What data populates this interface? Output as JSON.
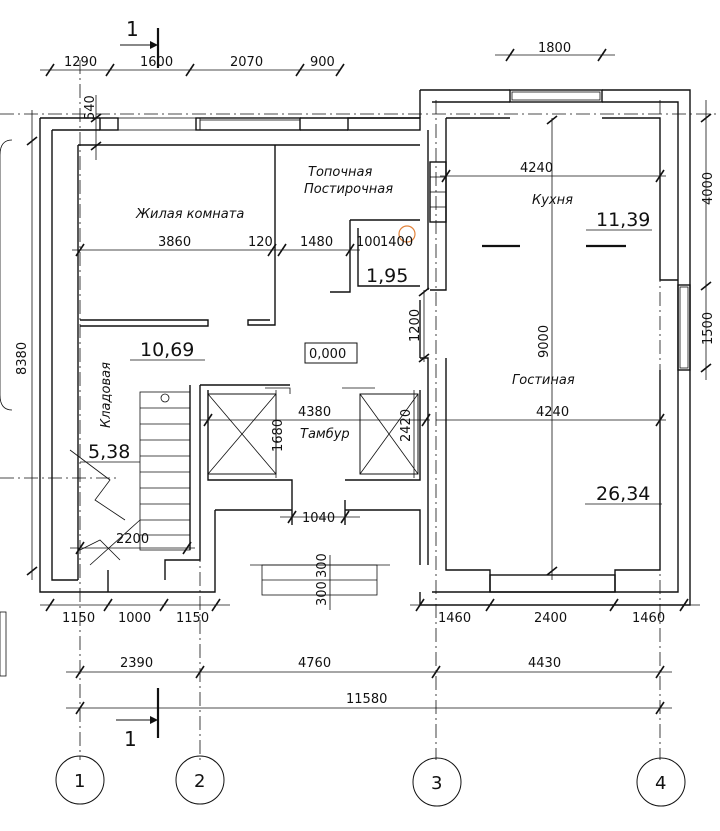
{
  "section_marks": {
    "top": "1",
    "bottom": "1"
  },
  "axes": [
    "1",
    "2",
    "3",
    "4"
  ],
  "dims_top": {
    "d1290": "1290",
    "d1600": "1600",
    "d2070": "2070",
    "d900": "900",
    "d1800": "1800"
  },
  "dims_left": {
    "d540": "540",
    "d8380": "8380"
  },
  "dims_right": {
    "d4000": "4000",
    "d1500": "1500"
  },
  "dims_interior": {
    "d3860": "3860",
    "d120": "120",
    "d1480": "1480",
    "d100": "100",
    "d1400": "1400",
    "d4240a": "4240",
    "d4240b": "4240",
    "d9000": "9000",
    "d1200": "1200",
    "d4380": "4380",
    "d1680": "1680",
    "d2420": "2420",
    "d1040": "1040",
    "d2200": "2200",
    "d300a": "300",
    "d300b": "300"
  },
  "dims_bottom": {
    "d1150a": "1150",
    "d1000": "1000",
    "d1150b": "1150",
    "d1460a": "1460",
    "d2400": "2400",
    "d1460b": "1460",
    "d2390": "2390",
    "d4760": "4760",
    "d4430": "4430",
    "d11580": "11580"
  },
  "rooms": {
    "living_room": "Жилая комната",
    "boiler_line1": "Топочная",
    "boiler_line2": "Постирочная",
    "kitchen": "Кухня",
    "lounge": "Гостиная",
    "storage": "Кладовая",
    "vestibule": "Тамбур"
  },
  "areas": {
    "living": "10,69",
    "kitchen": "11,39",
    "boiler": "1,95",
    "storage": "5,38",
    "lounge": "26,34"
  },
  "level": "0,000"
}
